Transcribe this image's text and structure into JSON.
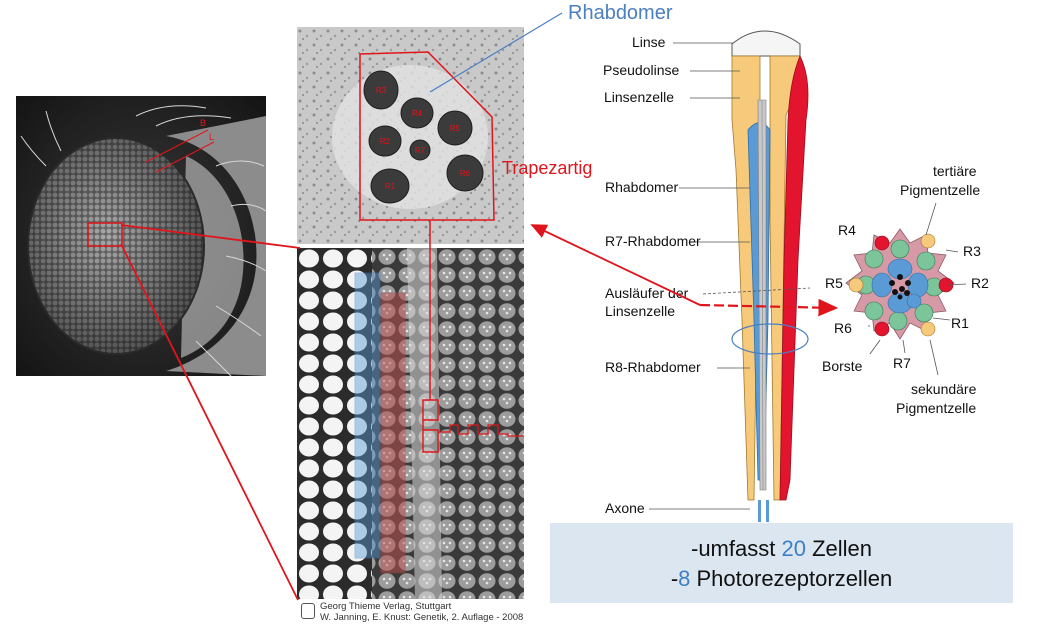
{
  "labels": {
    "em_title": "Rhabdomer",
    "trapezartig": "Trapezartig",
    "em_cells": [
      "R3",
      "R4",
      "R5",
      "R2",
      "R7",
      "R1",
      "R6"
    ],
    "eye_marks": [
      "B",
      "L"
    ]
  },
  "ommatidium_labels": {
    "linse": "Linse",
    "pseudolinse": "Pseudolinse",
    "linsenzelle": "Linsenzelle",
    "rhabdomer": "Rhabdomer",
    "r7_rhabdomer": "R7-Rhabdomer",
    "auslaeufer_line1": "Ausläufer der",
    "auslaeufer_line2": "Linsenzelle",
    "r8_rhabdomer": "R8-Rhabdomer",
    "axone": "Axone"
  },
  "cross_section_labels": {
    "tertiaer_line1": "tertiäre",
    "tertiaer_line2": "Pigmentzelle",
    "r4": "R4",
    "r3": "R3",
    "r5": "R5",
    "r2": "R2",
    "r6": "R6",
    "r1": "R1",
    "borste": "Borste",
    "r7": "R7",
    "sekundaer_line1": "sekundäre",
    "sekundaer_line2": "Pigmentzelle"
  },
  "summary": {
    "line1_prefix": "-umfasst ",
    "line1_number": "20",
    "line1_suffix": " Zellen",
    "line2_prefix": "-",
    "line2_number": "8",
    "line2_suffix": " Photorezeptorzellen"
  },
  "credit": {
    "line1": "Georg Thieme Verlag, Stuttgart",
    "line2": "W. Janning, E. Knust: Genetik, 2. Auflage - 2008"
  },
  "colors": {
    "red": "#e0151b",
    "blue_label": "#4a7fc1",
    "yellow_cell": "#f7c97a",
    "blue_cell": "#5b9bd5",
    "red_cell": "#e2142e",
    "green_cell": "#7cc49a",
    "summary_bg": "#dce6f1"
  }
}
